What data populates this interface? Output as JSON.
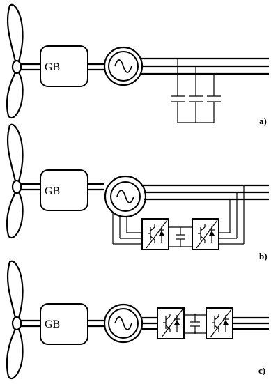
{
  "panels": [
    {
      "gearbox_label": "GB",
      "panel_label": "a)"
    },
    {
      "gearbox_label": "GB",
      "panel_label": "b)"
    },
    {
      "gearbox_label": "GB",
      "panel_label": "c)"
    }
  ],
  "colors": {
    "stroke": "#000000",
    "background": "#ffffff"
  },
  "icons": [
    "turbine-blade-icon",
    "generator-icon",
    "capacitor-icon",
    "igbt-icon",
    "diode-icon"
  ]
}
